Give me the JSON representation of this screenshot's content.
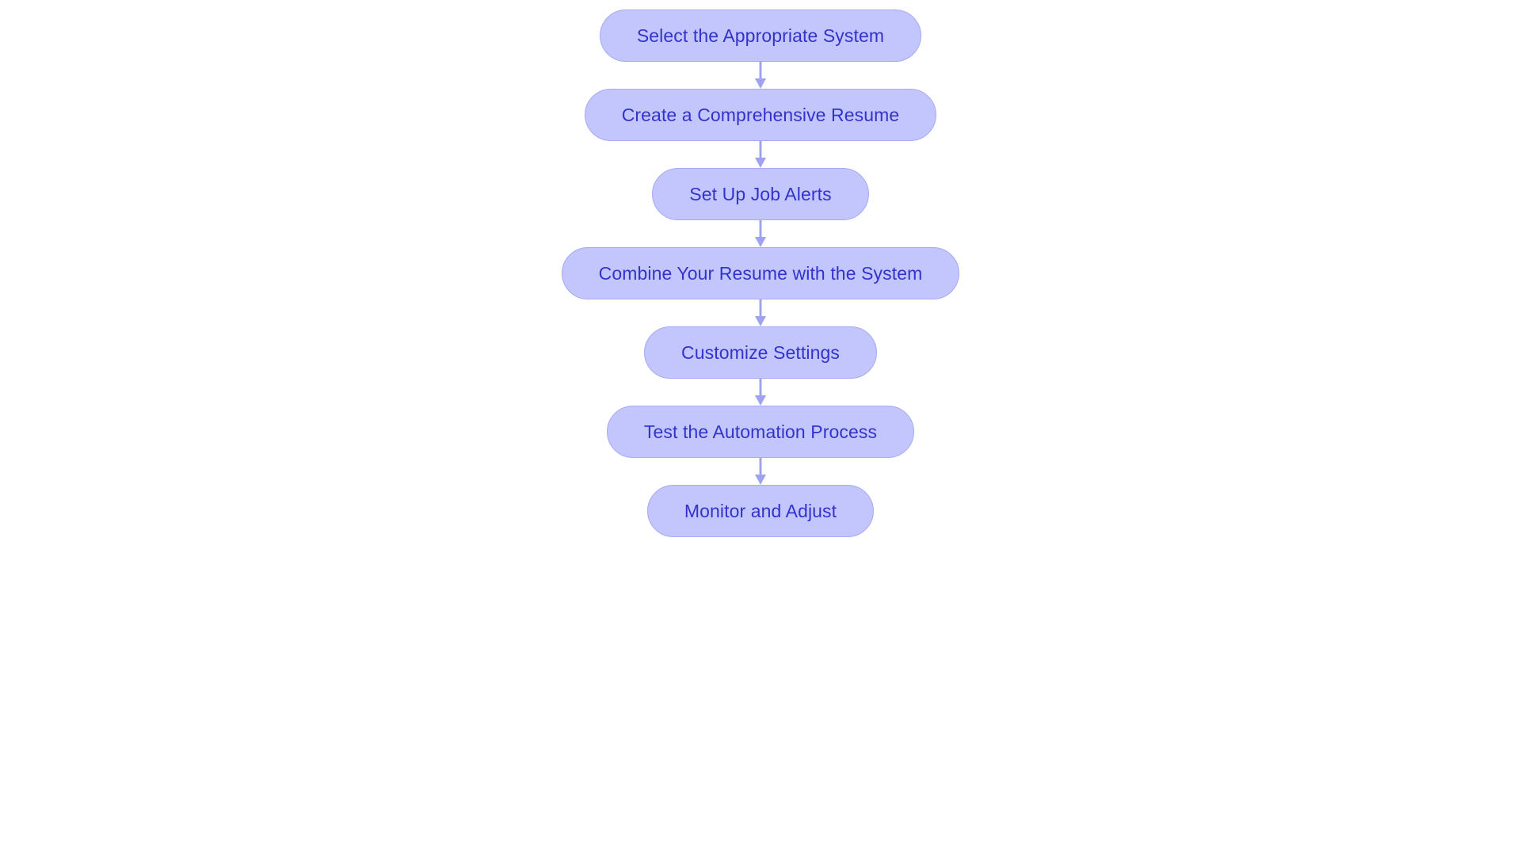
{
  "diagram": {
    "type": "flowchart",
    "orientation": "vertical",
    "background_color": "#ffffff",
    "node_fill_color": "#c3c6fc",
    "node_border_color": "#a6aaf2",
    "node_text_color": "#3333cc",
    "connector_color": "#9fa3ef",
    "nodes": [
      {
        "id": "node-1",
        "label": "Select the Appropriate System"
      },
      {
        "id": "node-2",
        "label": "Create a Comprehensive Resume"
      },
      {
        "id": "node-3",
        "label": "Set Up Job Alerts"
      },
      {
        "id": "node-4",
        "label": "Combine Your Resume with the System"
      },
      {
        "id": "node-5",
        "label": "Customize Settings"
      },
      {
        "id": "node-6",
        "label": "Test the Automation Process"
      },
      {
        "id": "node-7",
        "label": "Monitor and Adjust"
      }
    ],
    "edges": [
      {
        "from": "node-1",
        "to": "node-2",
        "arrow": "down"
      },
      {
        "from": "node-2",
        "to": "node-3",
        "arrow": "down"
      },
      {
        "from": "node-3",
        "to": "node-4",
        "arrow": "down"
      },
      {
        "from": "node-4",
        "to": "node-5",
        "arrow": "down"
      },
      {
        "from": "node-5",
        "to": "node-6",
        "arrow": "down"
      },
      {
        "from": "node-6",
        "to": "node-7",
        "arrow": "down"
      }
    ]
  }
}
